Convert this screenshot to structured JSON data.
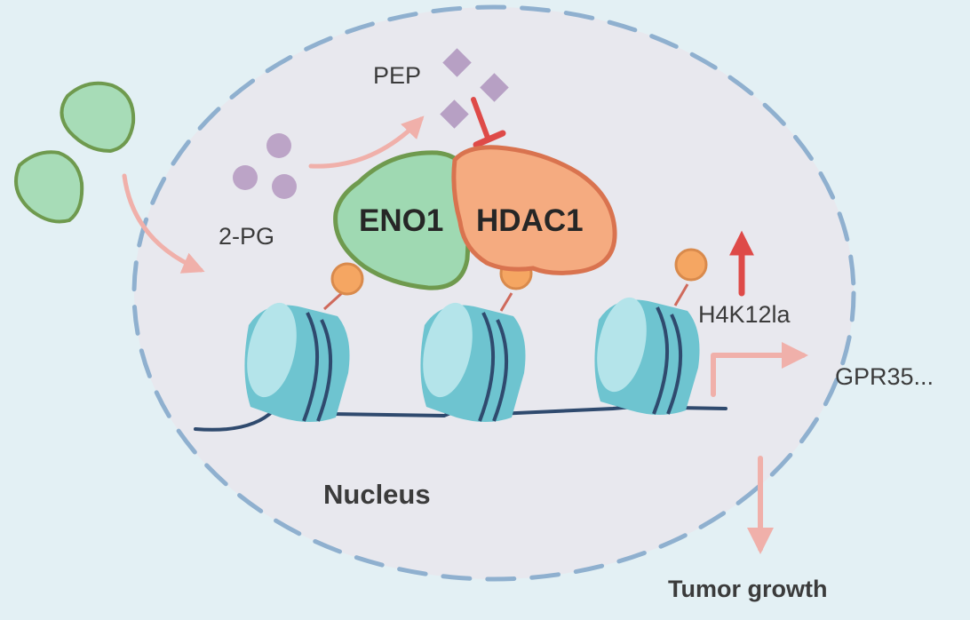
{
  "labels": {
    "pep": "PEP",
    "two_pg": "2-PG",
    "eno1": "ENO1",
    "hdac1": "HDAC1",
    "h4k12la": "H4K12la",
    "gpr35": "GPR35...",
    "nucleus": "Nucleus",
    "tumor_growth": "Tumor growth"
  },
  "colors": {
    "background": "#e3f0f4",
    "nucleus_fill": "#e8e8ee",
    "nucleus_border": "#8fb0cf",
    "eno1_fill": "#9fd9b2",
    "eno1_border": "#6f9a4e",
    "hdac1_fill": "#f5ab80",
    "hdac1_border": "#d9734f",
    "metabolite_circle": "#bca4c7",
    "metabolite_diamond": "#b7a0c4",
    "arrow_pink": "#f0b0aa",
    "inhibit_red": "#de4a48",
    "nucleosome_fill": "#6ec4d0",
    "nucleosome_top": "#b4e4ea",
    "dna_line": "#2f4a6e",
    "lactyl_fill": "#f5a662",
    "lactyl_border": "#d98a4c"
  },
  "icons": [
    "lactate-molecule-icon",
    "nucleosome-icon",
    "lactyl-mark-icon",
    "inhibition-icon",
    "arrow-icon"
  ]
}
